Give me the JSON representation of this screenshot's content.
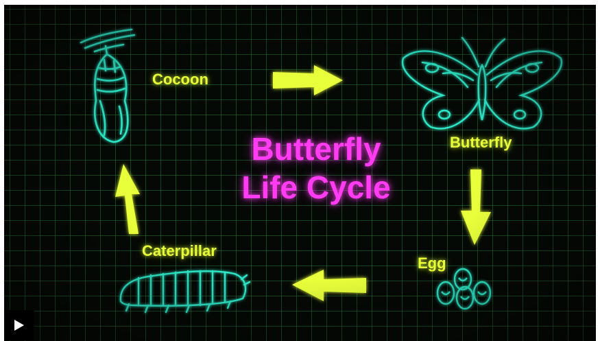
{
  "video": {
    "title_line1": "Butterfly",
    "title_line2": "Life Cycle",
    "stages": {
      "cocoon": "Cocoon",
      "butterfly": "Butterfly",
      "egg": "Egg",
      "caterpillar": "Caterpillar"
    },
    "play_icon": "play-icon"
  },
  "colors": {
    "neon_cyan": "#2fe8c8",
    "neon_yellow": "#e8ff3a",
    "neon_magenta": "#ff3cf2",
    "grid": "#287a3c",
    "background": "#050905"
  }
}
